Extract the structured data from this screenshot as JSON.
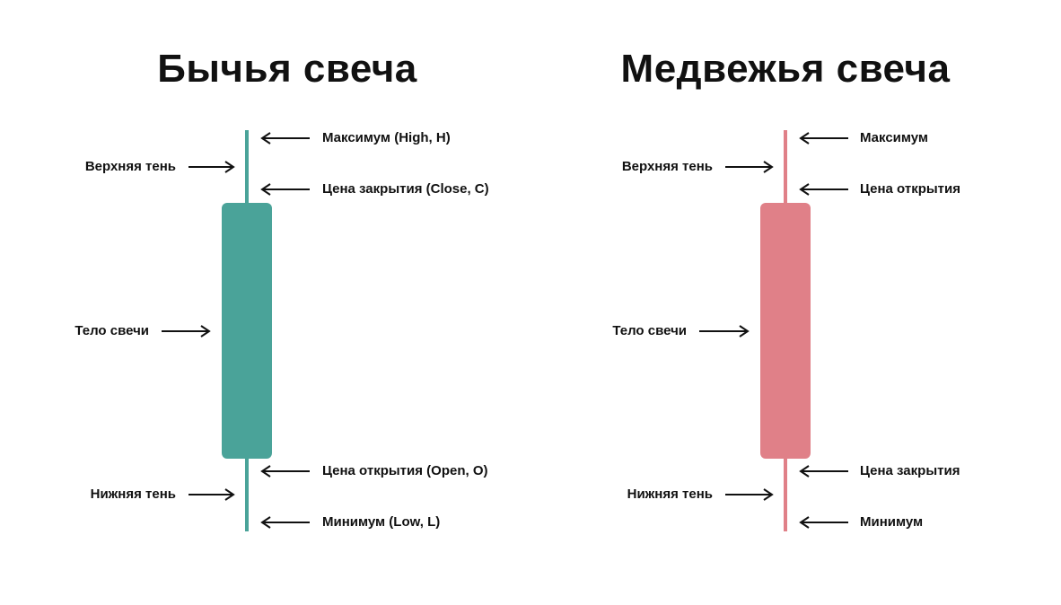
{
  "colors": {
    "bullish": "#4aa399",
    "bearish": "#e08088",
    "arrow": "#111111"
  },
  "bullish": {
    "title": "Бычья свеча",
    "labels": {
      "high": "Максимум (High, H)",
      "upper_shadow": "Верхняя тень",
      "close": "Цена закрытия (Close, C)",
      "body": "Тело свечи",
      "open": "Цена открытия (Open, O)",
      "lower_shadow": "Нижняя тень",
      "low": "Минимум (Low, L)"
    }
  },
  "bearish": {
    "title": "Медвежья свеча",
    "labels": {
      "high": "Максимум",
      "upper_shadow": "Верхняя тень",
      "open": "Цена открытия",
      "body": "Тело свечи",
      "close": "Цена закрытия",
      "lower_shadow": "Нижняя тень",
      "low": "Минимум"
    }
  }
}
